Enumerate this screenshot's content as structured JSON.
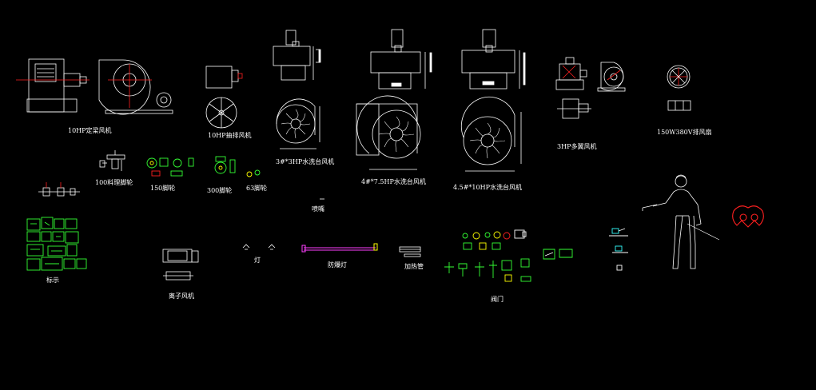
{
  "colors": {
    "background": "#000000",
    "line": "#ffffff",
    "accent_red": "#ff2020",
    "accent_green": "#33ff33",
    "accent_yellow": "#ffff00",
    "accent_magenta": "#ff40ff",
    "accent_cyan": "#33ffff"
  },
  "labels": {
    "fan_10hp_fixed": "10HP定梁风机",
    "fan_10hp_axial": "10HP抽排风机",
    "fan_3x3hp": "3#*3HP水洗台风机",
    "fan_4x7_5hp": "4#*7.5HP水洗台风机",
    "fan_4_5x10hp": "4.5#*10HP水洗台风机",
    "fan_3hp_multi": "3HP多翼风机",
    "fan_150w": "150W380V排风扇",
    "caster_100": "100料理脚轮",
    "caster_150": "150脚轮",
    "caster_300": "300脚轮",
    "caster_63": "63脚轮",
    "nozzle": "喷嘴",
    "symbols": "标示",
    "blower": "离子风机",
    "lamp": "灯",
    "explosion_lamp": "防爆灯",
    "heater_tube": "加热管",
    "valves": "阀门"
  }
}
